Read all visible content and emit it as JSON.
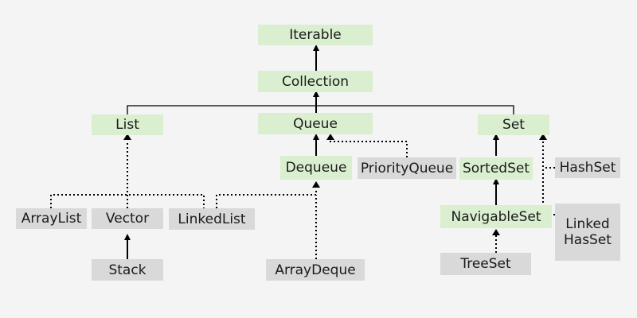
{
  "nodes": {
    "iterable": "Iterable",
    "collection": "Collection",
    "list": "List",
    "queue": "Queue",
    "set": "Set",
    "dequeue": "Dequeue",
    "priority_queue": "PriorityQueue",
    "sorted_set": "SortedSet",
    "hash_set": "HashSet",
    "array_list": "ArrayList",
    "vector": "Vector",
    "linked_list": "LinkedList",
    "navigable_set": "NavigableSet",
    "linked_hash_set_line1": "Linked",
    "linked_hash_set_line2": "HasSet",
    "stack": "Stack",
    "array_deque": "ArrayDeque",
    "tree_set": "TreeSet"
  },
  "colors": {
    "interface_fill": "#d9efcf",
    "class_fill": "#d9d9d9",
    "background": "#f4f4f4",
    "line": "#000000"
  }
}
